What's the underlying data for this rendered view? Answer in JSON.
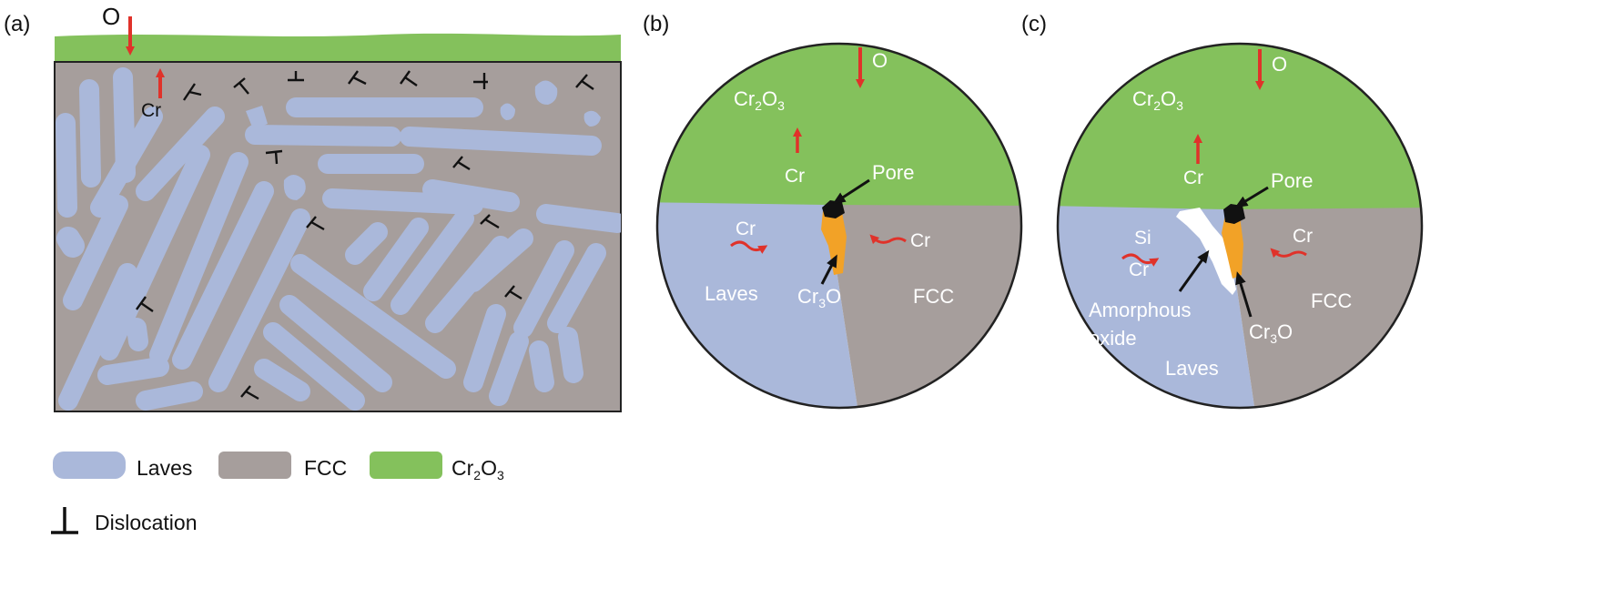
{
  "panels": {
    "a": {
      "tag": "(a)",
      "o_label": "O",
      "cr_label": "Cr"
    },
    "b": {
      "tag": "(b)",
      "o_label": "O",
      "oxide_main": "Cr",
      "oxide_sub1": "2",
      "oxide_mid": "O",
      "oxide_sub2": "3",
      "cr_up": "Cr",
      "pore": "Pore",
      "cr_left": "Cr",
      "cr_right": "Cr",
      "laves": "Laves",
      "fcc": "FCC",
      "cr3o_main": "Cr",
      "cr3o_sub": "3",
      "cr3o_tail": "O"
    },
    "c": {
      "tag": "(c)",
      "o_label": "O",
      "oxide_main": "Cr",
      "oxide_sub1": "2",
      "oxide_mid": "O",
      "oxide_sub2": "3",
      "cr_up": "Cr",
      "pore": "Pore",
      "si": "Si",
      "cr_left": "Cr",
      "cr_right": "Cr",
      "amorphous1": "Amorphous",
      "amorphous2": "oxide",
      "laves": "Laves",
      "fcc": "FCC",
      "cr3o_main": "Cr",
      "cr3o_sub": "3",
      "cr3o_tail": "O"
    }
  },
  "legend": {
    "laves": "Laves",
    "fcc": "FCC",
    "oxide_main": "Cr",
    "oxide_sub1": "2",
    "oxide_mid": "O",
    "oxide_sub2": "3",
    "dislocation": "Dislocation"
  },
  "colors": {
    "laves": "#aab8da",
    "fcc": "#a69e9c",
    "oxide": "#84c15c",
    "cr3o": "#f2a227",
    "arrow_red": "#e0322a",
    "pore": "#111111",
    "amorphous": "#ffffff"
  }
}
